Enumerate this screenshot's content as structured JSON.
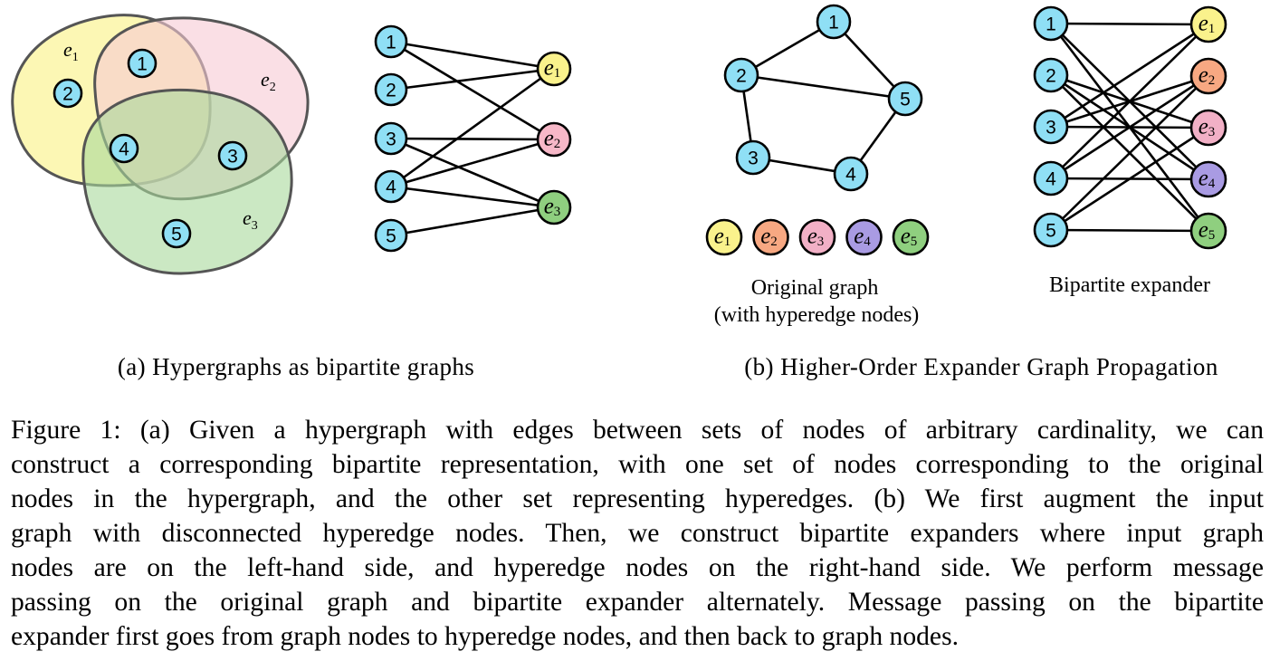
{
  "figure": {
    "panel_a": {
      "caption": "(a) Hypergraphs as bipartite graphs",
      "venn": {
        "hyperedges": [
          {
            "base": "e",
            "sub": "1",
            "color": "#faf28c",
            "members": [
              "1",
              "2",
              "4"
            ]
          },
          {
            "base": "e",
            "sub": "2",
            "color": "#f7c9d3",
            "members": [
              "1",
              "3",
              "4"
            ]
          },
          {
            "base": "e",
            "sub": "3",
            "color": "#a9d99b",
            "members": [
              "3",
              "4",
              "5"
            ]
          }
        ],
        "nodes": [
          "1",
          "2",
          "4",
          "3",
          "5"
        ]
      },
      "bipartite": {
        "left_nodes": [
          "1",
          "2",
          "3",
          "4",
          "5"
        ],
        "right_nodes": [
          {
            "base": "e",
            "sub": "1",
            "color": "#faf28c"
          },
          {
            "base": "e",
            "sub": "2",
            "color": "#f7b8c8"
          },
          {
            "base": "e",
            "sub": "3",
            "color": "#8fcf7f"
          }
        ],
        "edges": [
          [
            "1",
            "e1"
          ],
          [
            "1",
            "e2"
          ],
          [
            "2",
            "e1"
          ],
          [
            "3",
            "e2"
          ],
          [
            "3",
            "e3"
          ],
          [
            "4",
            "e1"
          ],
          [
            "4",
            "e2"
          ],
          [
            "4",
            "e3"
          ],
          [
            "5",
            "e3"
          ]
        ]
      }
    },
    "panel_b": {
      "caption": "(b) Higher-Order Expander Graph Propagation",
      "original_graph": {
        "label_line1": "Original graph",
        "label_line2": "(with hyperedge nodes)",
        "nodes": [
          "1",
          "2",
          "5",
          "3",
          "4"
        ],
        "edges": [
          [
            "1",
            "2"
          ],
          [
            "1",
            "5"
          ],
          [
            "2",
            "5"
          ],
          [
            "2",
            "3"
          ],
          [
            "3",
            "4"
          ],
          [
            "4",
            "5"
          ]
        ],
        "hyperedge_nodes": [
          {
            "base": "e",
            "sub": "1",
            "color": "#faf28c"
          },
          {
            "base": "e",
            "sub": "2",
            "color": "#f7a882"
          },
          {
            "base": "e",
            "sub": "3",
            "color": "#f2b0c6"
          },
          {
            "base": "e",
            "sub": "4",
            "color": "#a99be3"
          },
          {
            "base": "e",
            "sub": "5",
            "color": "#8fcf7f"
          }
        ]
      },
      "bipartite_expander": {
        "label": "Bipartite expander",
        "left_nodes": [
          "1",
          "2",
          "3",
          "4",
          "5"
        ],
        "right_nodes": [
          {
            "base": "e",
            "sub": "1",
            "color": "#faf28c"
          },
          {
            "base": "e",
            "sub": "2",
            "color": "#f7a882"
          },
          {
            "base": "e",
            "sub": "3",
            "color": "#f2b0c6"
          },
          {
            "base": "e",
            "sub": "4",
            "color": "#a99be3"
          },
          {
            "base": "e",
            "sub": "5",
            "color": "#8fcf7f"
          }
        ],
        "edges": [
          [
            "1",
            "e1"
          ],
          [
            "1",
            "e4"
          ],
          [
            "1",
            "e5"
          ],
          [
            "2",
            "e3"
          ],
          [
            "2",
            "e4"
          ],
          [
            "2",
            "e5"
          ],
          [
            "3",
            "e1"
          ],
          [
            "3",
            "e2"
          ],
          [
            "3",
            "e3"
          ],
          [
            "4",
            "e1"
          ],
          [
            "4",
            "e2"
          ],
          [
            "4",
            "e4"
          ],
          [
            "5",
            "e2"
          ],
          [
            "5",
            "e3"
          ],
          [
            "5",
            "e5"
          ]
        ]
      }
    },
    "node_color": "#8fdff5"
  },
  "caption_lines": [
    "Figure 1: (a) Given a hypergraph with edges between sets of nodes of arbitrary cardinality, we can",
    "construct a corresponding bipartite representation, with one set of nodes corresponding to the original",
    "nodes in the hypergraph, and the other set representing hyperedges. (b) We first augment the input",
    "graph with disconnected hyperedge nodes. Then, we construct bipartite expanders where input graph",
    "nodes are on the left-hand side, and hyperedge nodes on the right-hand side. We perform message",
    "passing on the original graph and bipartite expander alternately. Message passing on the bipartite",
    "expander first goes from graph nodes to hyperedge nodes, and then back to graph nodes."
  ]
}
